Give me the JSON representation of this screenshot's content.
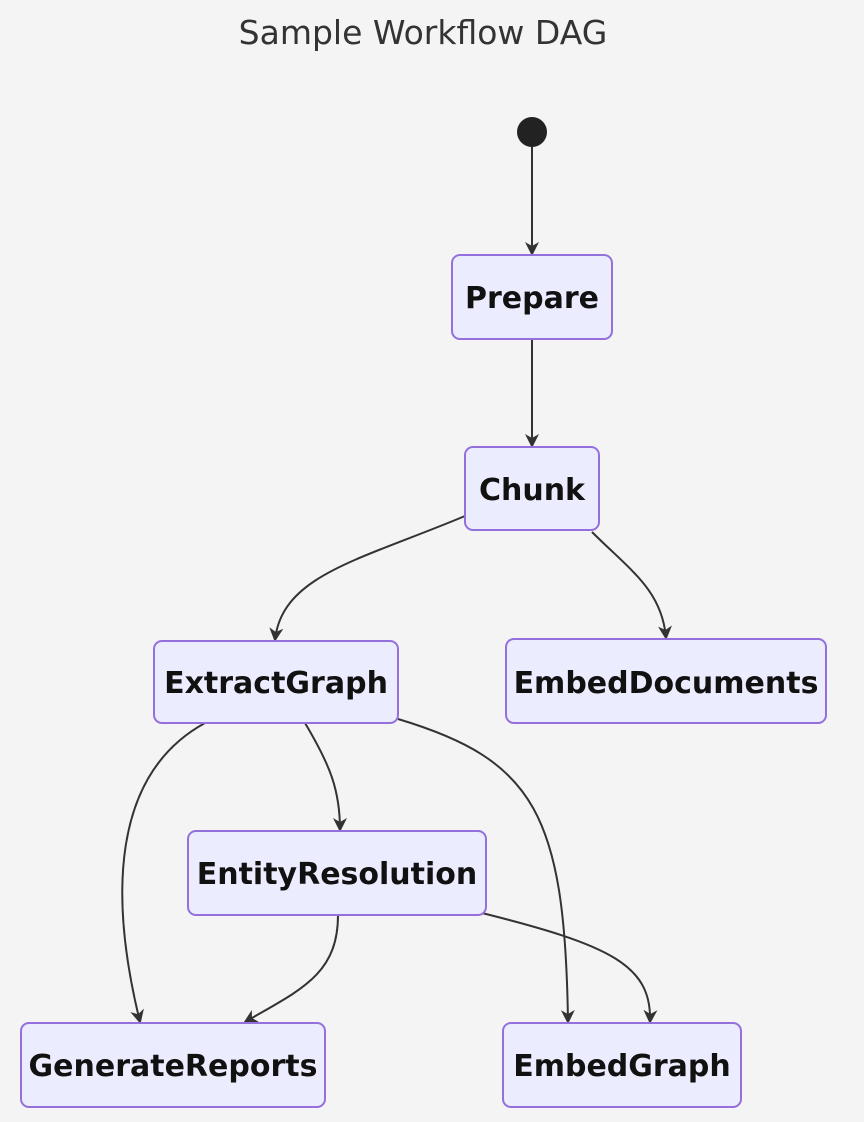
{
  "title": "Sample Workflow DAG",
  "colors": {
    "background": "#f4f4f4",
    "node_fill": "#ececff",
    "node_stroke": "#9370db",
    "edge": "#333333",
    "start_node": "#222222"
  },
  "start": {
    "id": "start",
    "shape": "filled-circle"
  },
  "nodes": [
    {
      "id": "prepare",
      "label": "Prepare"
    },
    {
      "id": "chunk",
      "label": "Chunk"
    },
    {
      "id": "extract_graph",
      "label": "ExtractGraph"
    },
    {
      "id": "embed_documents",
      "label": "EmbedDocuments"
    },
    {
      "id": "entity_resolution",
      "label": "EntityResolution"
    },
    {
      "id": "generate_reports",
      "label": "GenerateReports"
    },
    {
      "id": "embed_graph",
      "label": "EmbedGraph"
    }
  ],
  "edges": [
    {
      "from": "start",
      "to": "prepare"
    },
    {
      "from": "prepare",
      "to": "chunk"
    },
    {
      "from": "chunk",
      "to": "extract_graph"
    },
    {
      "from": "chunk",
      "to": "embed_documents"
    },
    {
      "from": "extract_graph",
      "to": "entity_resolution"
    },
    {
      "from": "extract_graph",
      "to": "generate_reports"
    },
    {
      "from": "extract_graph",
      "to": "embed_graph"
    },
    {
      "from": "entity_resolution",
      "to": "generate_reports"
    },
    {
      "from": "entity_resolution",
      "to": "embed_graph"
    }
  ]
}
